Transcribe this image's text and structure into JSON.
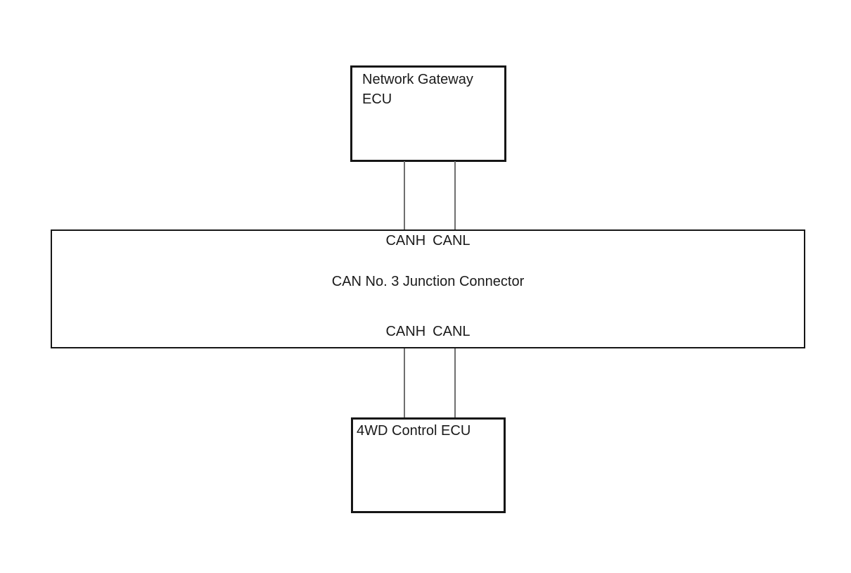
{
  "diagram": {
    "nodes": {
      "gateway": {
        "label": "Network Gateway ECU"
      },
      "junction": {
        "pins_top": [
          "CANH",
          "CANL"
        ],
        "title": "CAN No. 3 Junction Connector",
        "pins_bottom": [
          "CANH",
          "CANL"
        ]
      },
      "fourwd": {
        "label": "4WD Control ECU"
      }
    },
    "colors": {
      "border": "#161616",
      "wire": "#6f6f6f",
      "background": "#ffffff",
      "text": "#1a1a1a"
    }
  }
}
